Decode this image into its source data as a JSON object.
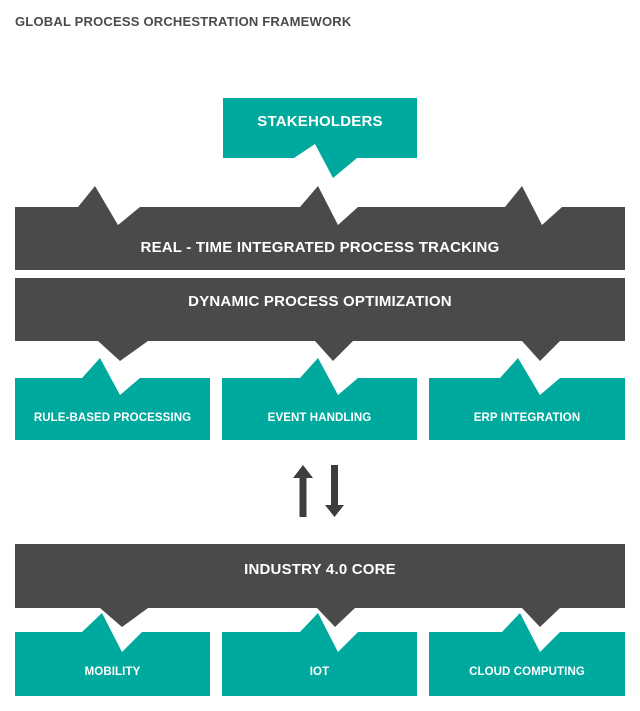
{
  "title": "GLOBAL PROCESS ORCHESTRATION FRAMEWORK",
  "colors": {
    "teal": "#00a99d",
    "dark": "#4a4a4a",
    "arrow": "#3d3d3d",
    "text_on_shapes": "#ffffff"
  },
  "stakeholders": "STAKEHOLDERS",
  "tracking_layer": "REAL - TIME INTEGRATED PROCESS TRACKING",
  "optimization_layer": "DYNAMIC PROCESS OPTIMIZATION",
  "capabilities": [
    "RULE-BASED PROCESSING",
    "EVENT HANDLING",
    "ERP INTEGRATION"
  ],
  "exchange_icon": "bidirectional-arrows-icon",
  "core_layer": "INDUSTRY 4.0 CORE",
  "technologies": [
    "MOBILITY",
    "IoT",
    "CLOUD COMPUTING"
  ]
}
